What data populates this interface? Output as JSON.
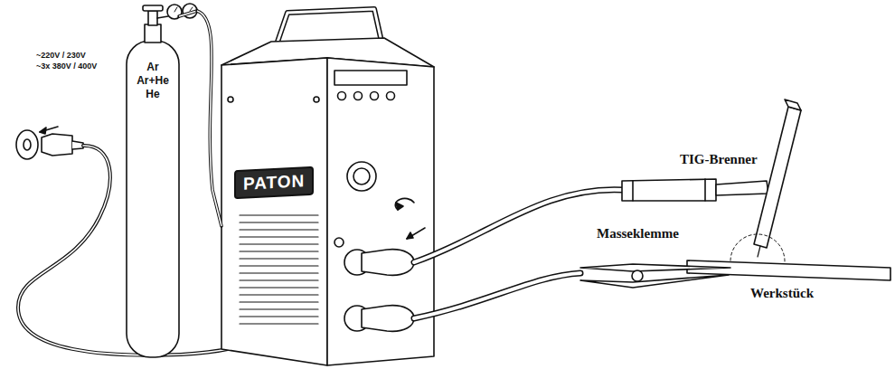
{
  "diagram": {
    "nodes": [
      {
        "text": [
          "Ar",
          "Ar+He",
          "He"
        ]
      },
      {
        "text": [
          "PATON"
        ]
      }
    ],
    "edges": [
      {
        "from": 0,
        "to": 1,
        "arrow": "none"
      }
    ],
    "labels": [
      "~220V / 230V",
      "~3x 380V / 400V",
      "TIG-Brenner",
      "Masseklemme",
      "Werkstück"
    ]
  }
}
